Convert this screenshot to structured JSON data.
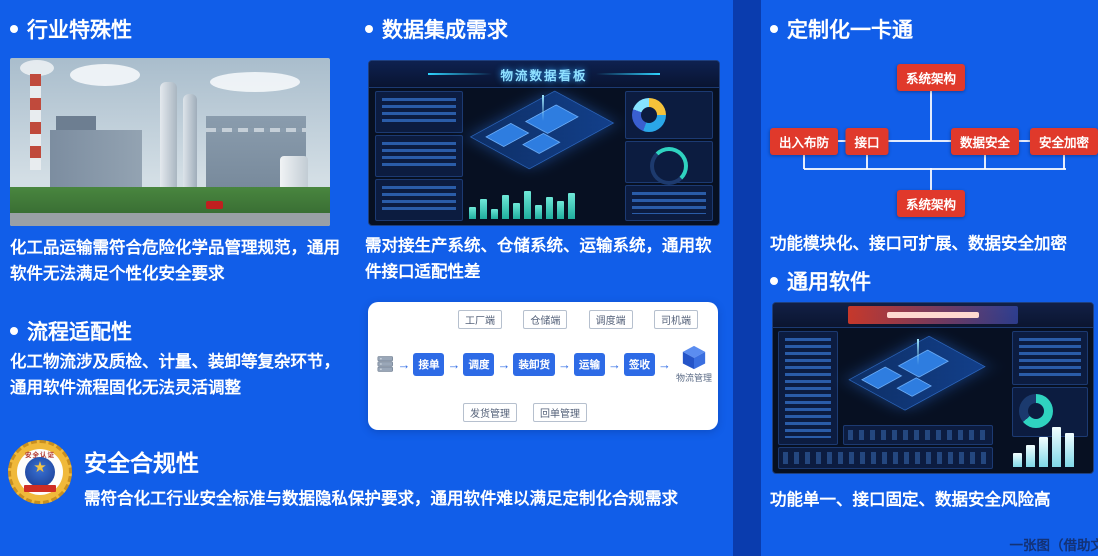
{
  "colors": {
    "background": "#115ee9",
    "divider": "#0a3cae",
    "accent_red": "#e0392b",
    "flow_blue": "#2e6be6",
    "dashboard_teal": "#2fd3c0",
    "text": "#ffffff"
  },
  "icons": {
    "arrow_right": "→",
    "star": "★"
  },
  "left": {
    "section1": {
      "title": "行业特殊性",
      "caption": "化工品运输需符合危险化学品管理规范，通用软件无法满足个性化安全要求"
    },
    "section2": {
      "title": "流程适配性",
      "caption": "化工物流涉及质检、计量、装卸等复杂环节，通用软件流程固化无法灵活调整"
    },
    "compliance": {
      "badge_label": "安全认证",
      "title": "安全合规性",
      "caption": "需符合化工行业安全标准与数据隐私保护要求，通用软件难以满足定制化合规需求"
    }
  },
  "middle": {
    "section": {
      "title": "数据集成需求",
      "caption": "需对接生产系统、仓储系统、运输系统，通用软件接口适配性差"
    },
    "dashboard": {
      "title": "物流数据看板"
    },
    "flowchart": {
      "top_tags": [
        "工厂端",
        "仓储端",
        "调度端",
        "司机端"
      ],
      "steps": [
        "接单",
        "调度",
        "装卸货",
        "运输",
        "签收"
      ],
      "bottom_tags": [
        "发货管理",
        "回单管理"
      ],
      "target_label": "物流管理"
    }
  },
  "right": {
    "section1": {
      "title": "定制化一卡通",
      "caption": "功能模块化、接口可扩展、数据安全加密"
    },
    "architecture": {
      "top": "系统架构",
      "nodes": [
        "出入布防",
        "接口",
        "数据安全",
        "安全加密"
      ],
      "bottom": "系统架构"
    },
    "section2": {
      "title": "通用软件",
      "caption": "功能单一、接口固定、数据安全风险高"
    },
    "footnote": "一张图（借助文"
  }
}
